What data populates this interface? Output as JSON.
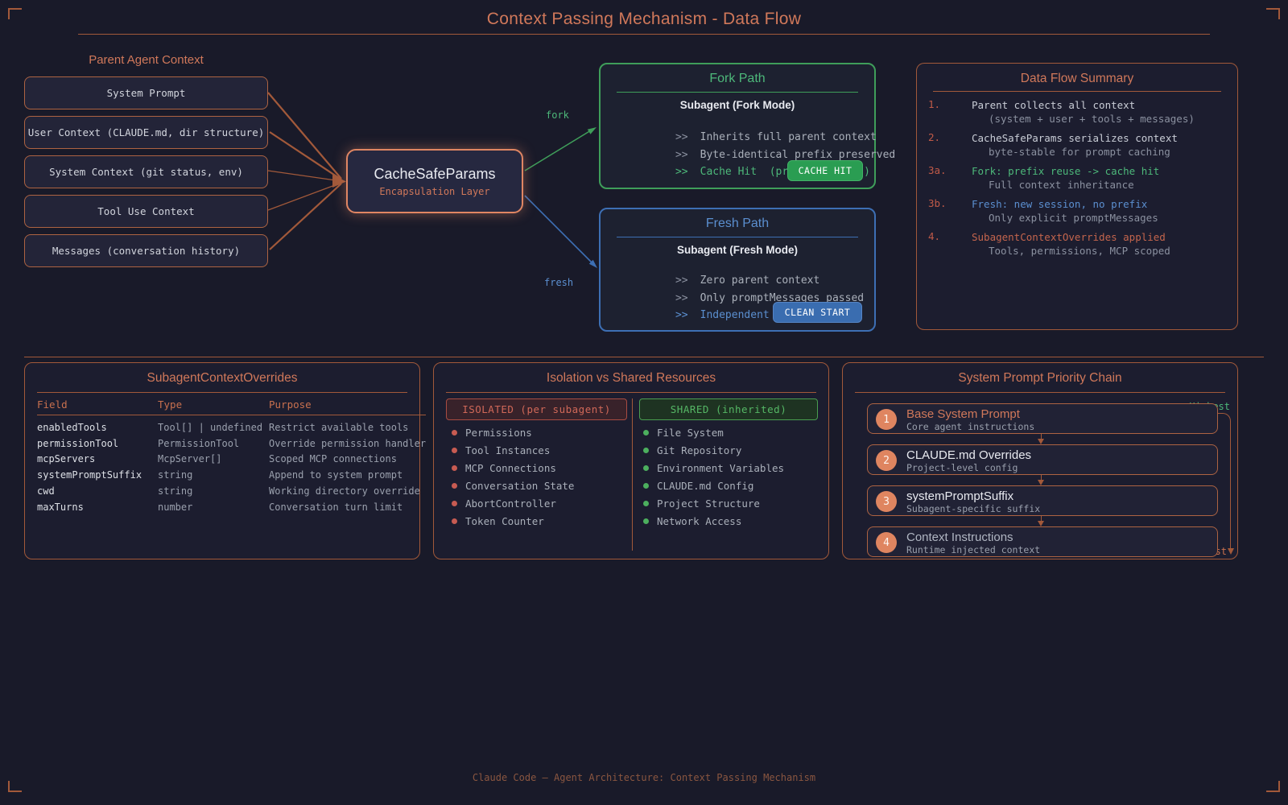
{
  "title": "Context Passing Mechanism - Data Flow",
  "parent_context": {
    "heading": "Parent Agent Context",
    "items": [
      "System Prompt",
      "User Context (CLAUDE.md, dir structure)",
      "System Context (git status, env)",
      "Tool Use Context",
      "Messages (conversation history)"
    ]
  },
  "encapsulation": {
    "name": "CacheSafeParams",
    "subtitle": "Encapsulation Layer"
  },
  "flow_labels": {
    "fork": "fork",
    "fresh": "fresh"
  },
  "fork_path": {
    "title": "Fork Path",
    "subtitle": "Subagent (Fork Mode)",
    "lines": [
      {
        "prefix": ">>",
        "text": "Inherits full parent context"
      },
      {
        "prefix": ">>",
        "text": "Byte-identical prefix preserved"
      },
      {
        "prefix": ">>",
        "text": "Cache Hit  (prompt caching)"
      }
    ],
    "badge": "CACHE HIT"
  },
  "fresh_path": {
    "title": "Fresh Path",
    "subtitle": "Subagent (Fresh Mode)",
    "lines": [
      {
        "prefix": ">>",
        "text": "Zero parent context"
      },
      {
        "prefix": ">>",
        "text": "Only promptMessages passed"
      },
      {
        "prefix": ">>",
        "text": "Independent startup"
      }
    ],
    "badge": "CLEAN START"
  },
  "summary": {
    "title": "Data Flow Summary",
    "items": [
      {
        "num": "1.",
        "text": "Parent collects all context",
        "sub": "(system + user + tools + messages)"
      },
      {
        "num": "2.",
        "text": "CacheSafeParams serializes context",
        "sub": "byte-stable for prompt caching"
      },
      {
        "num": "3a.",
        "text": "Fork: prefix reuse -> cache hit",
        "sub": "Full context inheritance"
      },
      {
        "num": "3b.",
        "text": "Fresh: new session, no prefix",
        "sub": "Only explicit promptMessages"
      },
      {
        "num": "4.",
        "text": "SubagentContextOverrides applied",
        "sub": "Tools, permissions, MCP scoped"
      }
    ]
  },
  "overrides": {
    "title": "SubagentContextOverrides",
    "headers": [
      "Field",
      "Type",
      "Purpose"
    ],
    "rows": [
      [
        "enabledTools",
        "Tool[] | undefined",
        "Restrict available tools"
      ],
      [
        "permissionTool",
        "PermissionTool",
        "Override permission handler"
      ],
      [
        "mcpServers",
        "McpServer[]",
        "Scoped MCP connections"
      ],
      [
        "systemPromptSuffix",
        "string",
        "Append to system prompt"
      ],
      [
        "cwd",
        "string",
        "Working directory override"
      ],
      [
        "maxTurns",
        "number",
        "Conversation turn limit"
      ]
    ]
  },
  "isolation": {
    "title": "Isolation vs Shared Resources",
    "isolated": {
      "header": "ISOLATED (per subagent)",
      "items": [
        "Permissions",
        "Tool Instances",
        "MCP Connections",
        "Conversation State",
        "AbortController",
        "Token Counter"
      ]
    },
    "shared": {
      "header": "SHARED (inherited)",
      "items": [
        "File System",
        "Git Repository",
        "Environment Variables",
        "CLAUDE.md Config",
        "Project Structure",
        "Network Access"
      ]
    }
  },
  "priority": {
    "title": "System Prompt Priority Chain",
    "highest_label": "Highest",
    "lowest_label": "Lowest",
    "items": [
      {
        "num": "1",
        "title": "Base System Prompt",
        "sub": "Core agent instructions"
      },
      {
        "num": "2",
        "title": "CLAUDE.md Overrides",
        "sub": "Project-level config"
      },
      {
        "num": "3",
        "title": "systemPromptSuffix",
        "sub": "Subagent-specific suffix"
      },
      {
        "num": "4",
        "title": "Context Instructions",
        "sub": "Runtime injected context"
      }
    ]
  },
  "footer": "Claude Code — Agent Architecture: Context Passing Mechanism",
  "colors": {
    "background": "#191a29",
    "accent_orange": "#c8704e",
    "salmon": "#e08663",
    "green": "#4db87a",
    "blue": "#5b8fd0",
    "red": "#c75b52"
  }
}
